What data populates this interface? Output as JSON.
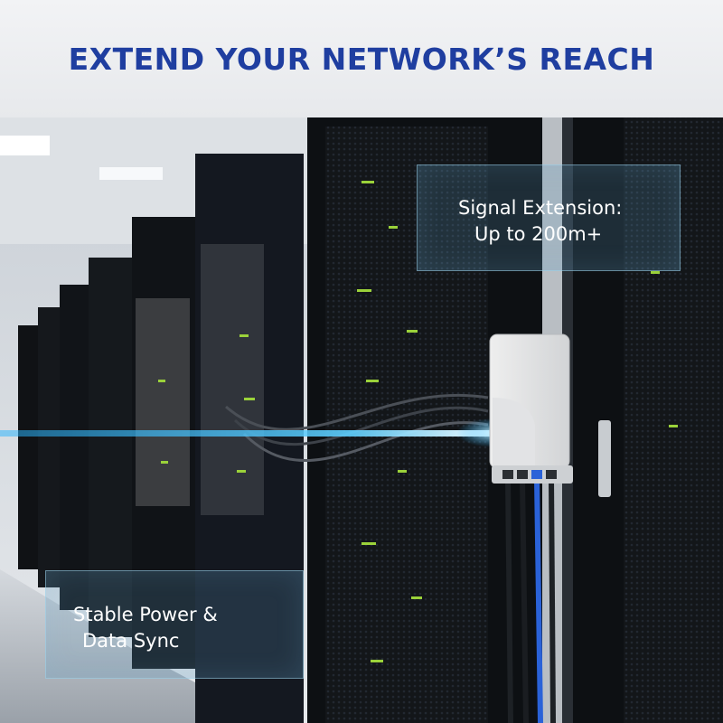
{
  "header": {
    "title": "EXTEND YOUR NETWORK’S REACH"
  },
  "callouts": {
    "signal": {
      "line1": "Signal Extension:",
      "line2": "Up to 200m+"
    },
    "power": {
      "line1": "Stable Power &",
      "line2": "Data Sync"
    }
  },
  "colors": {
    "title_text": "#1f3ea0",
    "light_beam": "#27b4ff",
    "blue_cable": "#2a62d8",
    "server_led": "#9bd23a"
  }
}
